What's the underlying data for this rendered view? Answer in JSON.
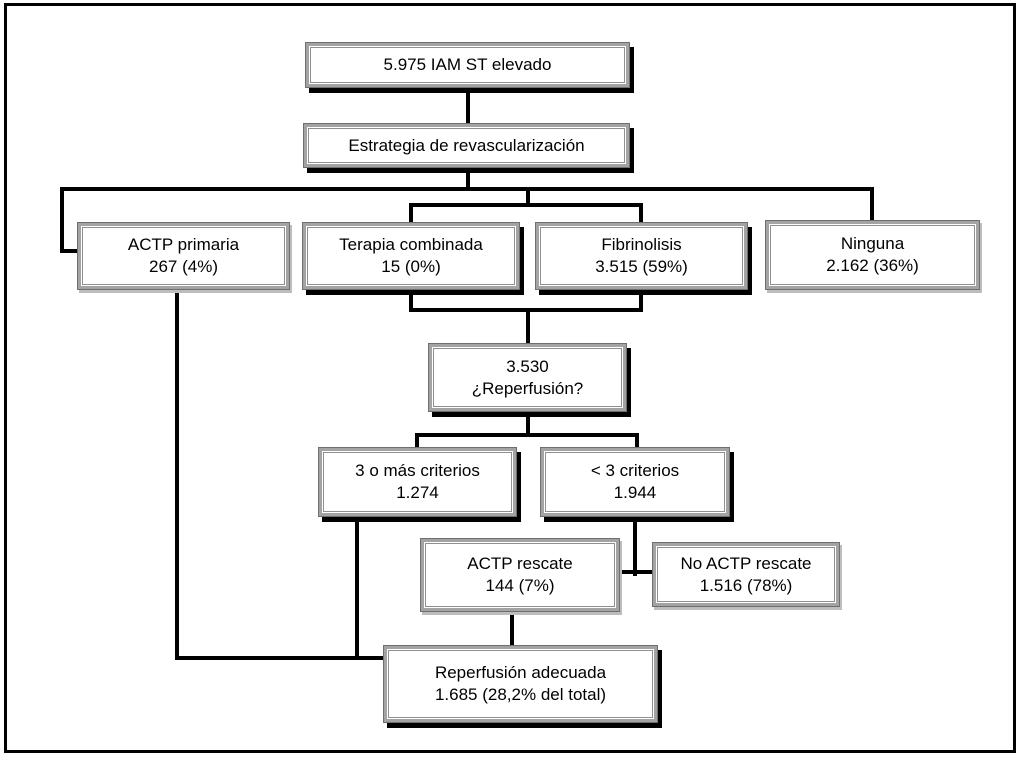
{
  "diagram": {
    "language": "es",
    "nodes": {
      "iam": {
        "text": "5.975 IAM ST elevado"
      },
      "estrategia": {
        "text": "Estrategia de revascularización"
      },
      "actp_primaria": {
        "label": "ACTP primaria",
        "value": "267 (4%)"
      },
      "terapia_combinada": {
        "label": "Terapia combinada",
        "value": "15 (0%)"
      },
      "fibrinolisis": {
        "label": "Fibrinolisis",
        "value": "3.515 (59%)"
      },
      "ninguna": {
        "label": "Ninguna",
        "value": "2.162 (36%)"
      },
      "reperfusion_pregunta": {
        "label": "3.530",
        "value": "¿Reperfusión?"
      },
      "tres_o_mas_criterios": {
        "label": "3 o más criterios",
        "value": "1.274"
      },
      "menos_de_tres_criterios": {
        "label": "< 3 criterios",
        "value": "1.944"
      },
      "actp_rescate": {
        "label": "ACTP rescate",
        "value": "144 (7%)"
      },
      "no_actp_rescate": {
        "label": "No ACTP rescate",
        "value": "1.516 (78%)"
      },
      "reperfusion_adecuada": {
        "label": "Reperfusión adecuada",
        "value": "1.685 (28,2% del total)"
      }
    },
    "colors": {
      "background": "#ffffff",
      "outer_frame": "#000000",
      "connector": "#000000",
      "box_border_gray": "#a3a3a3",
      "box_drop_shadow": "#000000",
      "text": "#000000"
    }
  }
}
